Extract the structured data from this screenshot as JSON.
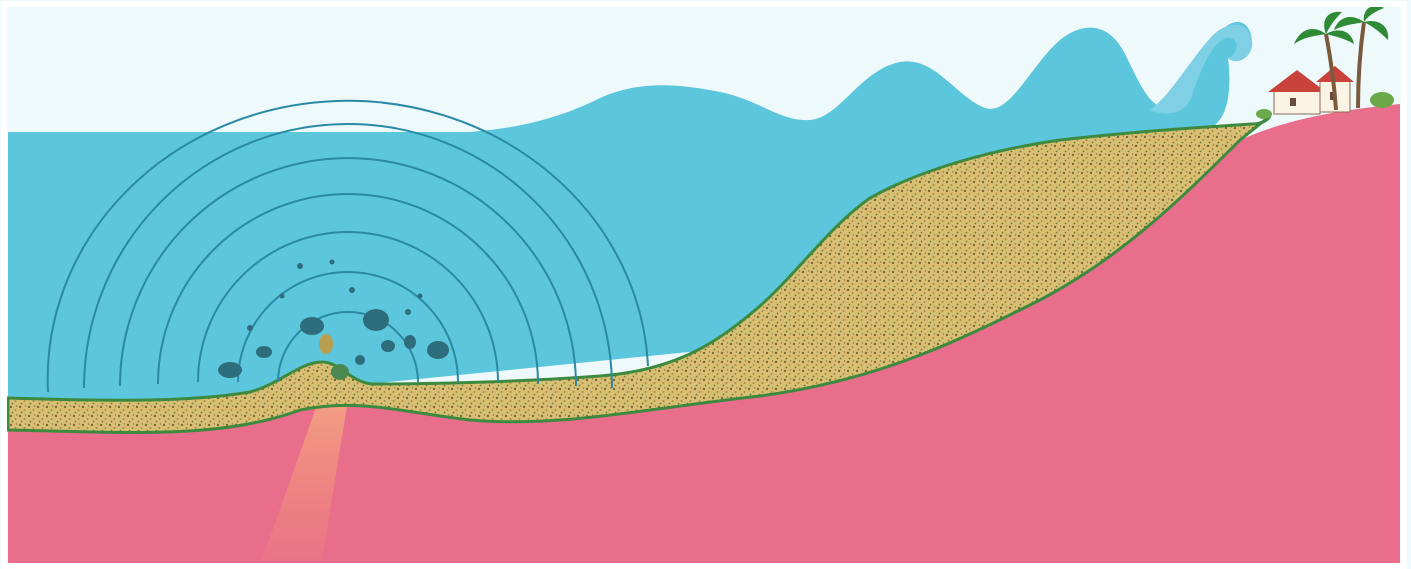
{
  "colors": {
    "sky": "#eef9fb",
    "sea": "#5cc6dc",
    "wave": "#7fd0e4",
    "bedrock": "#e96e8b",
    "sediment": "#d9bf73",
    "sediment_speckle": "#7a6a3a",
    "seabed_edge": "#3d8a3f",
    "fault_plume": "#f08a76",
    "shockwave": "#2a8aa6",
    "debris": "#2e6e7c",
    "house_wall": "#fbf3e3",
    "house_roof": "#c9433c",
    "palm": "#2f8a36"
  },
  "icons": {
    "shockwaves": "concentric-shockwave-arcs",
    "debris": "seafloor-debris-blobs",
    "house": "house-icon",
    "palm_trees": "palm-tree-icon",
    "tsunami": "tsunami-wave-icon"
  },
  "shockwave_ring_count": 7
}
